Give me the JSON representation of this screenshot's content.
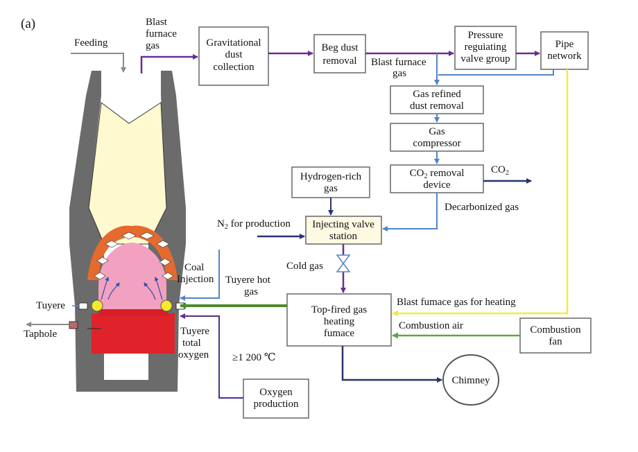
{
  "figure_tag": "(a)",
  "colors": {
    "purple": "#6a2c96",
    "blue": "#4f86c6",
    "navy": "#27336f",
    "green": "#5aa843",
    "darkgreen": "#4d8a2e",
    "yellow": "#f3ea3f",
    "gray": "#8a8a8a",
    "furnace_wall": "#6b6b6b",
    "furnace_fill": "#fff9cf",
    "orange": "#e56a2d",
    "pink": "#f2a1c0",
    "hearth": "#e0222a",
    "tuyere_ball": "#f5ea2a"
  },
  "boxes": {
    "gravitational": [
      "Gravitational",
      "dust",
      "collection"
    ],
    "beg_dust": [
      "Beg dust",
      "removal"
    ],
    "pressure": [
      "Pressure",
      "reguiating",
      "valve group"
    ],
    "pipe_network": [
      "Pipe",
      "network"
    ],
    "gas_refined": [
      "Gas refined",
      "dust removal"
    ],
    "gas_compressor": [
      "Gas",
      "compressor"
    ],
    "co2_removal_prefix": "CO",
    "co2_removal_sub": "2",
    "co2_removal_suffix": " removal",
    "co2_removal_line2": "device",
    "hydrogen": [
      "Hydrogen-rich",
      "gas"
    ],
    "injecting": [
      "Injecting valve",
      "station"
    ],
    "top_fired": [
      "Top-fired gas",
      "heating",
      "fumace"
    ],
    "combustion_fan": [
      "Combustion",
      "fan"
    ],
    "oxygen": [
      "Oxygen",
      "production"
    ],
    "chimney": "Chimney"
  },
  "labels": {
    "feeding": "Feeding",
    "blast_furnace_gas_top": [
      "Blast",
      "furnace",
      "gas"
    ],
    "blast_furnace_gas_mid": [
      "Blast furnace",
      "gas"
    ],
    "co2_out_prefix": "CO",
    "co2_out_sub": "2",
    "decarbonized_gas": "Decarbonized gas",
    "n2_prefix": "N",
    "n2_sub": "2",
    "n2_suffix": " for production",
    "cold_gas": "Cold gas",
    "blast_furnace_gas_heating": "Blast fumace gas for heating",
    "combustion_air": "Combustion air",
    "coal_injection": [
      "Coal",
      "Injection"
    ],
    "tuyere_hot_gas": [
      "Tuyere hot",
      "gas"
    ],
    "tuyere": "Tuyere",
    "taphole": "Taphole",
    "tuyere_total_oxygen": [
      "Tuyere",
      "total",
      "oxygen"
    ],
    "temperature": "≥1 200 ℃"
  }
}
